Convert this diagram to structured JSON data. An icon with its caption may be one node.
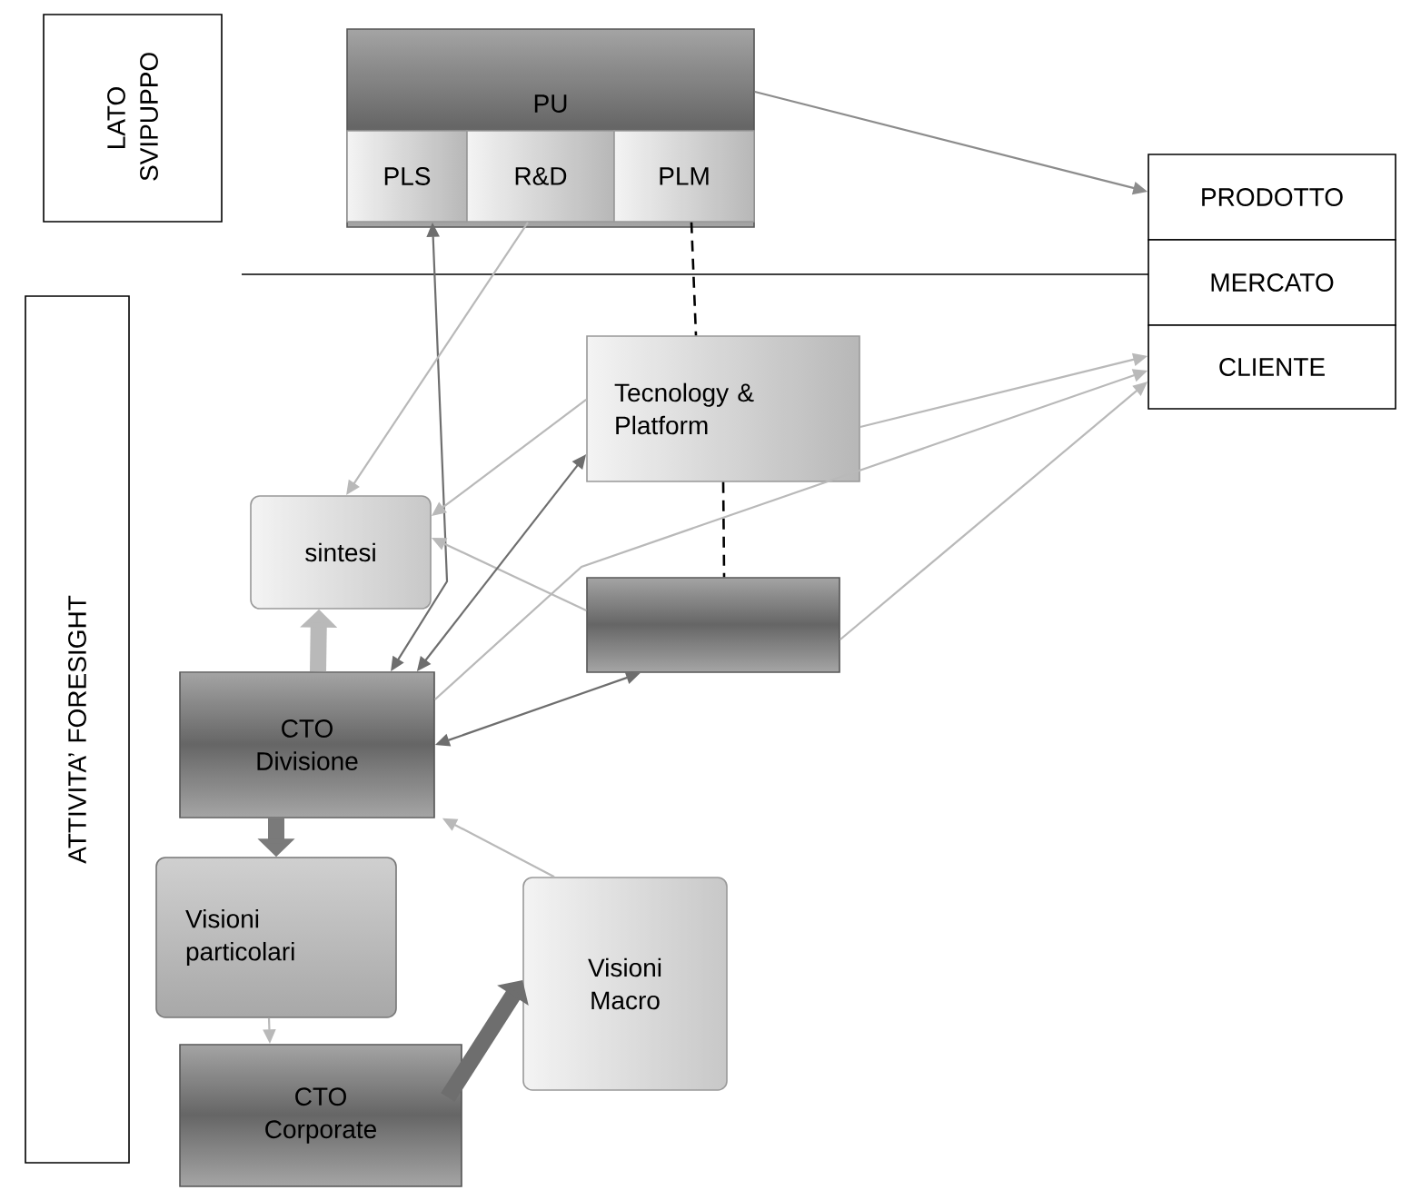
{
  "diagram": {
    "nodes": [
      {
        "text": [
          "LATO SVIPUPPO"
        ]
      },
      {
        "text": [
          "ATTIVITA’ FORESIGHT"
        ]
      },
      {
        "text": [
          "PU"
        ]
      },
      {
        "text": [
          "PLS"
        ],
        "in": 2
      },
      {
        "text": [
          "R&D"
        ],
        "in": 2
      },
      {
        "text": [
          "PLM"
        ],
        "in": 2
      },
      {
        "text": [
          "PRODOTTO"
        ]
      },
      {
        "text": [
          "MERCATO"
        ]
      },
      {
        "text": [
          "CLIENTE"
        ]
      },
      {
        "text": [
          "Tecnology & Platform"
        ]
      },
      {
        "text": [
          "sintesi"
        ]
      },
      {
        "text": [],
        "shape": "box"
      },
      {
        "text": [
          "CTO Divisione"
        ]
      },
      {
        "text": [
          "Visioni particolari"
        ]
      },
      {
        "text": [
          "Visioni Macro"
        ]
      },
      {
        "text": [
          "CTO Corporate"
        ]
      }
    ],
    "edges": [
      {
        "from": 2,
        "to": 6,
        "arrow": "to",
        "color": "#8c8c8c"
      },
      {
        "from": 12,
        "to": 3,
        "arrow": "both",
        "color": "#6e6e6e"
      },
      {
        "from": 4,
        "to": 10,
        "arrow": "to"
      },
      {
        "from": 5,
        "to": 9,
        "arrow": "none",
        "style": "dashed",
        "color": "#000000"
      },
      {
        "from": 9,
        "to": 10,
        "arrow": "to"
      },
      {
        "from": 9,
        "to": 11,
        "arrow": "none",
        "style": "dashed",
        "color": "#000000"
      },
      {
        "from": 11,
        "to": 10,
        "arrow": "to"
      },
      {
        "from": 12,
        "to": 9,
        "arrow": "both",
        "color": "#6e6e6e"
      },
      {
        "from": 12,
        "to": 11,
        "arrow": "both",
        "color": "#6e6e6e"
      },
      {
        "from": 12,
        "to": 8,
        "arrow": "to"
      },
      {
        "from": 9,
        "to": 8,
        "arrow": "to"
      },
      {
        "from": 11,
        "to": 8,
        "arrow": "to"
      },
      {
        "from": 12,
        "to": 10,
        "arrow": "to",
        "style": "thick"
      },
      {
        "from": 12,
        "to": 13,
        "arrow": "to",
        "style": "thick",
        "color": "#7a7a7a"
      },
      {
        "from": 13,
        "to": 15,
        "arrow": "to"
      },
      {
        "from": 15,
        "to": 14,
        "arrow": "to",
        "style": "thick",
        "color": "#6e6e6e"
      },
      {
        "from": 14,
        "to": 12,
        "arrow": "to"
      }
    ]
  }
}
